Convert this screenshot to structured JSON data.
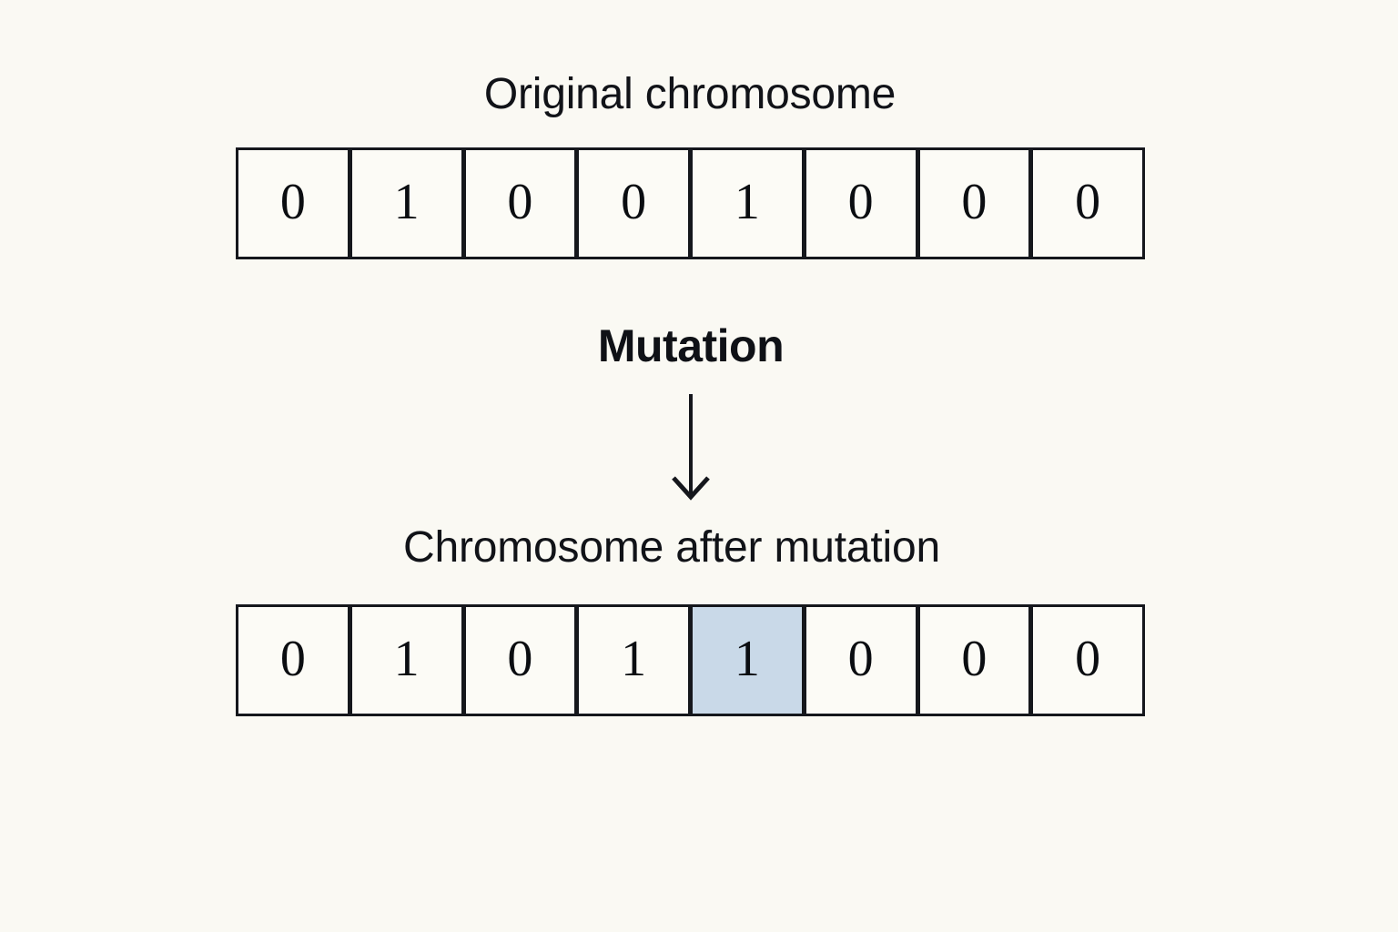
{
  "page": {
    "background_color": "#faf9f3",
    "ink_color": "#111318"
  },
  "diagram": {
    "type": "genetic-algorithm-mutation",
    "original": {
      "caption": "Original chromosome",
      "genes": [
        "0",
        "1",
        "0",
        "0",
        "1",
        "0",
        "0",
        "0"
      ]
    },
    "operator": {
      "label": "Mutation",
      "arrow_icon": "down-arrow-icon",
      "direction": "down"
    },
    "mutated": {
      "caption": "Chromosome after mutation",
      "genes": [
        "0",
        "1",
        "0",
        "1",
        "1",
        "0",
        "0",
        "0"
      ],
      "highlighted_index": 4,
      "highlight_color": "#c9d9e8"
    }
  }
}
